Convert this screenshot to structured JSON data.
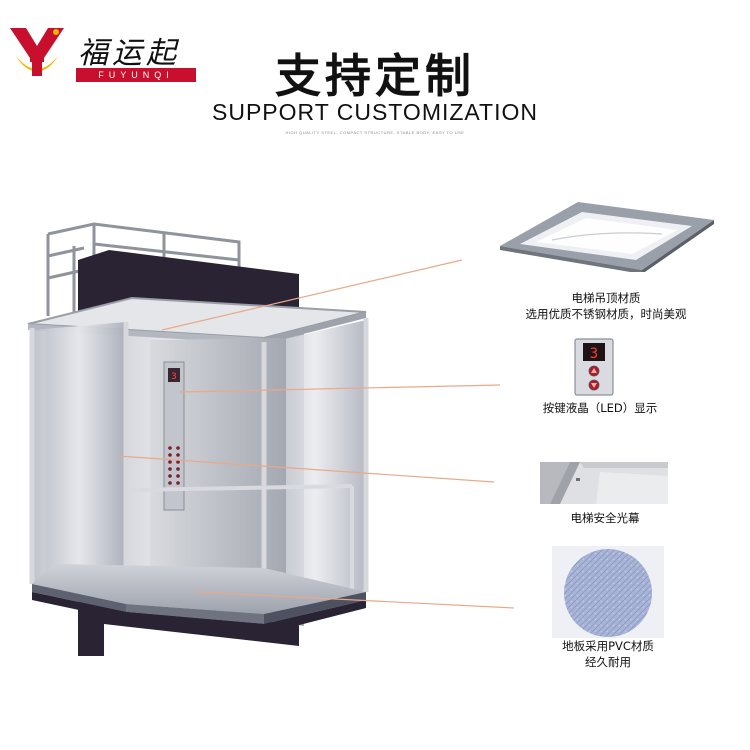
{
  "brand": {
    "name": "福运起",
    "romanized": "FUYUNQI",
    "colors": {
      "red": "#c8102e",
      "gold": "#f2b705"
    }
  },
  "header": {
    "title_cn": "支持定制",
    "title_en": "SUPPORT CUSTOMIZATION",
    "tagline_tiny": "HIGH QUALITY STEEL, COMPACT STRUCTURE, STABLE BODY, EASY TO USE"
  },
  "features": [
    {
      "id": "ceiling",
      "line1": "电梯吊顶材质",
      "line2": "选用优质不锈钢材质，时尚美观",
      "icon": "ceiling-panel-icon"
    },
    {
      "id": "led",
      "line1": "按键液晶（LED）显示",
      "display_digit": "3",
      "icon": "led-button-panel-icon"
    },
    {
      "id": "curtain",
      "line1": "电梯安全光幕",
      "icon": "light-curtain-icon"
    },
    {
      "id": "floor",
      "line1": "地板采用PVC材质",
      "line2": "经久耐用",
      "icon": "pvc-floor-icon"
    }
  ],
  "accent_colors": {
    "callout_line": "#e8a98a",
    "frame_dark": "#2a2334",
    "steel": "#c9ccd3"
  }
}
